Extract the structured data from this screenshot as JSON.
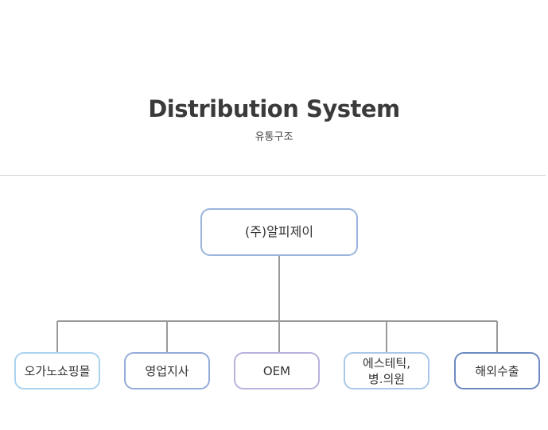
{
  "header": {
    "title": "Distribution System",
    "subtitle": "유통구조"
  },
  "org": {
    "root": "(주)알피제이",
    "children": [
      "오가노쇼핑몰",
      "영업지사",
      "OEM",
      "에스테틱,\n병.의원",
      "해외수출"
    ]
  },
  "colors": {
    "connector": "#9a9a9a",
    "divider": "#cfcfcf",
    "root_border": "#9ab4dc"
  }
}
